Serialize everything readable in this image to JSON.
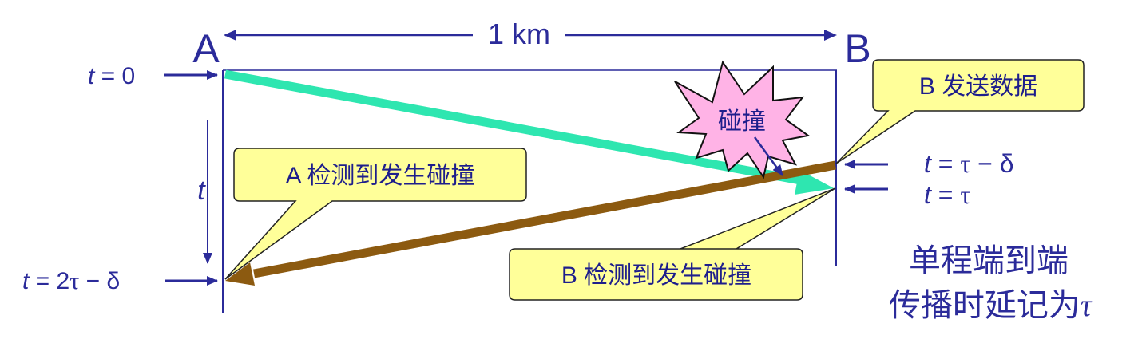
{
  "endpoints": {
    "a": "A",
    "b": "B"
  },
  "distance": "1 km",
  "time_axis": "t",
  "times": {
    "zero": {
      "t": "t",
      "rest": " = 0"
    },
    "two_tau_minus_delta": {
      "t": "t",
      "eq": " = 2",
      "tau": "τ",
      "rest": " − δ"
    },
    "tau_minus_delta": {
      "t": "t",
      "eq": " = ",
      "tau": "τ",
      "rest": " − δ"
    },
    "tau": {
      "t": "t",
      "eq": " = ",
      "tau": "τ"
    }
  },
  "collision_burst": "碰撞",
  "callouts": {
    "b_sends": "B 发送数据",
    "a_detects": "A 检测到发生碰撞",
    "b_detects": "B 检测到发生碰撞"
  },
  "note": {
    "line1": "单程端到端",
    "line2": "传播时延记为",
    "tau": "τ"
  },
  "colors": {
    "text": "#2b2b9a",
    "frame": "#2b2b9a",
    "signal_a": "#2ee6b0",
    "signal_b": "#8c5a10",
    "callout_fill": "#ffff99",
    "burst_fill": "#ffb3e6"
  }
}
